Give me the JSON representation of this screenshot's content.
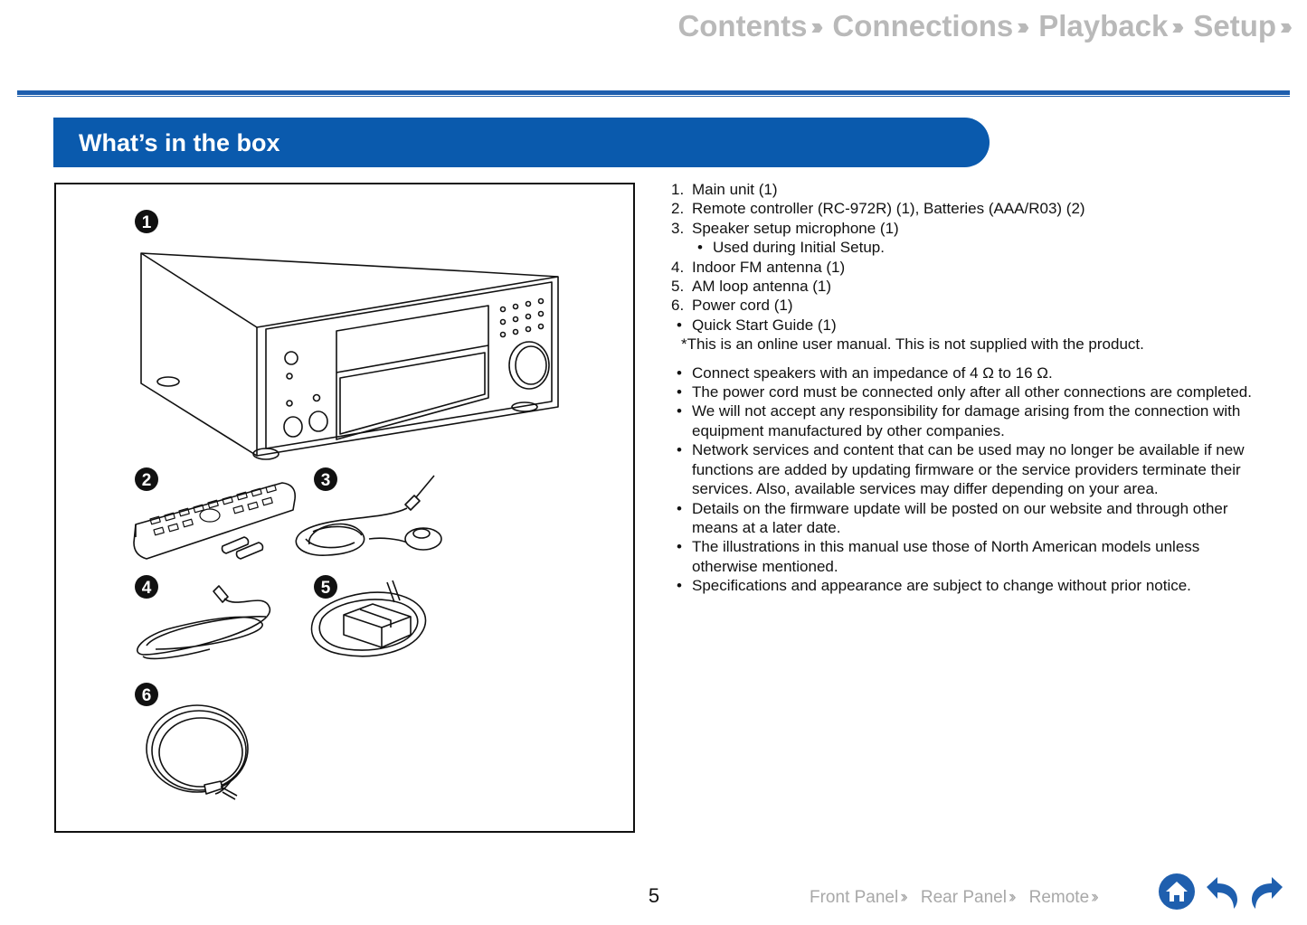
{
  "nav": {
    "contents": "Contents",
    "connections": "Connections",
    "playback": "Playback",
    "setup": "Setup"
  },
  "section": {
    "title": "What’s in the box"
  },
  "figure": {
    "labels": [
      "1",
      "2",
      "3",
      "4",
      "5",
      "6"
    ]
  },
  "items": [
    {
      "marker": "1.",
      "text": "Main unit (1)"
    },
    {
      "marker": "2.",
      "text": "Remote controller (RC-972R) (1), Batteries (AAA/R03) (2)"
    },
    {
      "marker": "3.",
      "text": "Speaker setup microphone (1)"
    },
    {
      "marker": "•",
      "text": "Used during Initial Setup."
    },
    {
      "marker": "4.",
      "text": "Indoor FM antenna (1)"
    },
    {
      "marker": "5.",
      "text": "AM loop antenna (1)"
    },
    {
      "marker": "6.",
      "text": "Power cord (1)"
    },
    {
      "marker": "•",
      "text": "Quick Start Guide (1)"
    }
  ],
  "online_note": "*This is an online user manual. This is not supplied with the product.",
  "notes": [
    "Connect speakers with an impedance of 4 Ω to 16 Ω.",
    "The power cord must be connected only after all other connections are completed.",
    "We will not accept any responsibility for damage arising from the connection with equipment manufactured by other companies.",
    "Network services and content that can be used may no longer be available if new functions are added by updating firmware or the service providers terminate their services. Also, available services may differ depending on your area.",
    "Details on the firmware update will be posted on our website and through other means at a later date.",
    "The illustrations in this manual use those of North American models unless otherwise mentioned.",
    "Specifications and appearance are subject to change without prior notice."
  ],
  "footer": {
    "page_number": "5",
    "front_panel": "Front Panel",
    "rear_panel": "Rear Panel",
    "remote": "Remote"
  },
  "icons": {
    "home": "home-icon",
    "back": "back-arrow-icon",
    "forward": "forward-arrow-icon",
    "accent": "#1f5fae"
  }
}
